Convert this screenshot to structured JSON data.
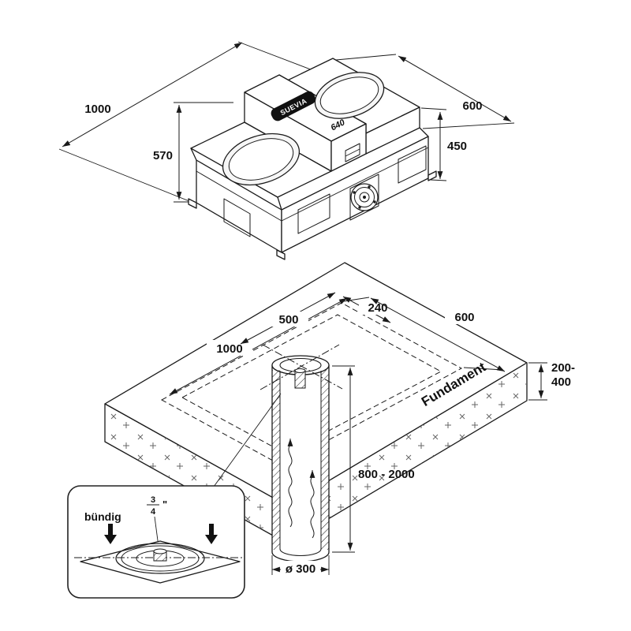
{
  "trough": {
    "brand": "SUEVIA",
    "model": "640",
    "dims": {
      "length": "1000",
      "width": "600",
      "height_total": "570",
      "height_body": "450"
    }
  },
  "foundation": {
    "label": "Fundament",
    "dims": {
      "footprint_length": "1000",
      "pipe_offset_length": "500",
      "pipe_offset_width": "240",
      "footprint_width": "600",
      "thickness_line1": "200-",
      "thickness_line2": "400",
      "pipe_depth": "800 - 2000",
      "pipe_diameter": "ø 300"
    }
  },
  "inset": {
    "flush_label": "bündig",
    "thread_numerator": "3",
    "thread_denominator": "4",
    "thread_unit": "\""
  }
}
